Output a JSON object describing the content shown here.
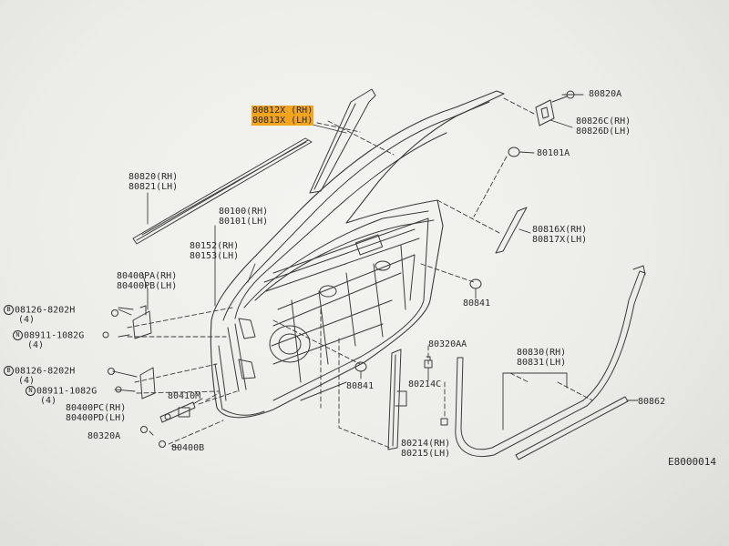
{
  "diagram": {
    "reference_code": "E8000014",
    "callouts": {
      "p80812": {
        "rh": "80812X (RH)",
        "lh": "80813X (LH)"
      },
      "p80820a": "80820A",
      "p80826": {
        "rh": "80826C(RH)",
        "lh": "80826D(LH)"
      },
      "p80101a": "80101A",
      "p80820": {
        "rh": "80820(RH)",
        "lh": "80821(LH)"
      },
      "p80100": {
        "rh": "80100(RH)",
        "lh": "80101(LH)"
      },
      "p80152": {
        "rh": "80152(RH)",
        "lh": "80153(LH)"
      },
      "p80816": {
        "rh": "80816X(RH)",
        "lh": "80817X(LH)"
      },
      "p80400pa": {
        "rh": "80400PA(RH)",
        "lh": "80400PB(LH)"
      },
      "bolt_upper": {
        "symbol": "B",
        "code": "08126-8202H",
        "qty": "(4)"
      },
      "nut_upper": {
        "symbol": "N",
        "code": "08911-1082G",
        "qty": "(4)"
      },
      "bolt_lower": {
        "symbol": "B",
        "code": "08126-8202H",
        "qty": "(4)"
      },
      "nut_lower": {
        "symbol": "N",
        "code": "08911-1082G",
        "qty": "(4)"
      },
      "p80841_right": "80841",
      "p80320aa": "80320AA",
      "p80214c": "80214C",
      "p80841_mid": "80841",
      "p80830": {
        "rh": "80830(RH)",
        "lh": "80831(LH)"
      },
      "p80862": "80862",
      "p80410m": "80410M",
      "p80400pc": {
        "rh": "80400PC(RH)",
        "lh": "80400PD(LH)"
      },
      "p80320a": "80320A",
      "p80400b": "80400B",
      "p80214": {
        "rh": "80214(RH)",
        "lh": "80215(LH)"
      }
    }
  }
}
